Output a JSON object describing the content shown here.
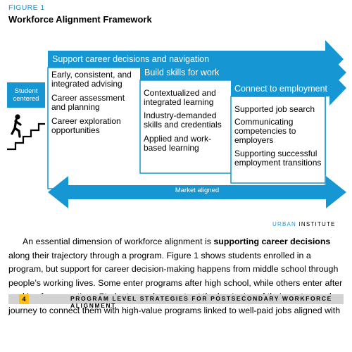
{
  "figure": {
    "label": "FIGURE 1",
    "title": "Workforce Alignment Framework"
  },
  "student_box": "Student centered",
  "tiers": [
    {
      "title": "Support career decisions and navigation",
      "items": [
        "Early, consistent, and integrated advising",
        "Career assessment and planning",
        "Career exploration opportunities"
      ]
    },
    {
      "title": "Build skills for work",
      "items": [
        "Contextualized and integrated learning",
        "Industry-demanded skills and credentials",
        "Applied and work-based learning"
      ]
    },
    {
      "title": "Connect to employment",
      "items": [
        "Supported job search",
        "Communicating competencies to employers",
        "Supporting successful employment transitions"
      ]
    }
  ],
  "market_label": "Market aligned",
  "logo": {
    "part1": "URBAN",
    "part2": "INSTITUTE"
  },
  "paragraph": {
    "before": "An essential dimension of workforce alignment is ",
    "bold": "supporting career decisions",
    "after": " along their trajectory through a program. Figure 1 shows students enrolled in a program, but support for career decision-making happens from middle school through people’s working lives. Some enter programs after high school, while others enter after working for some time. Students need supports at the beginning of their postsecondary journey to connect them with high-value programs linked to well-paid jobs aligned with"
  },
  "footer": {
    "page_number": "4",
    "title": "PROGRAM LEVEL STRATEGIES FOR POSTSECONDARY WORKFORCE ALIGNMENT"
  },
  "colors": {
    "accent_blue": "#1696d2",
    "page_yellow": "#fdbf11",
    "footer_gray": "#d2d2d2"
  }
}
